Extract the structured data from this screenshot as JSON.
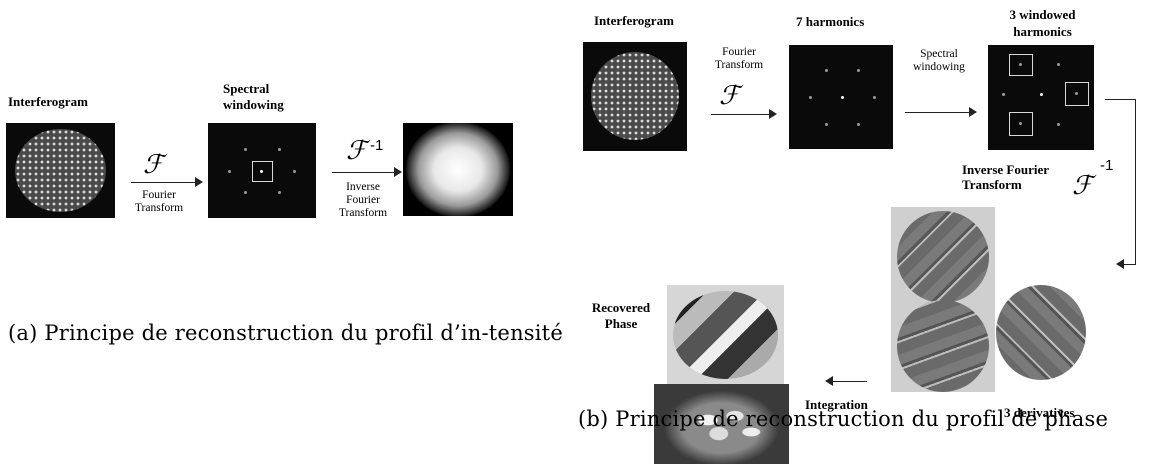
{
  "panel_a": {
    "interferogram_label": "Interferogram",
    "windowing_label": "Spectral windowing",
    "fourier_symbol": "ℱ",
    "fourier_label": "Fourier Transform",
    "inverse_symbol": "ℱ",
    "inverse_exponent": "-1",
    "inverse_label": "Inverse Fourier Transform",
    "caption": "(a) Principe de reconstruction du profil d’in-tensité"
  },
  "panel_b": {
    "interferogram_label": "Interferogram",
    "harmonics_label": "7 harmonics",
    "windowed_label": "3 windowed harmonics",
    "fourier_label": "Fourier Transform",
    "fourier_symbol": "ℱ",
    "windowing_label": "Spectral windowing",
    "inverse_label": "Inverse Fourier Transform",
    "inverse_symbol": "ℱ",
    "inverse_exponent": "-1",
    "recovered_label": "Recovered Phase",
    "integration_label": "Integration",
    "derivatives_label": "3 derivatives",
    "caption": "(b) Principe de reconstruction du profil de phase"
  }
}
